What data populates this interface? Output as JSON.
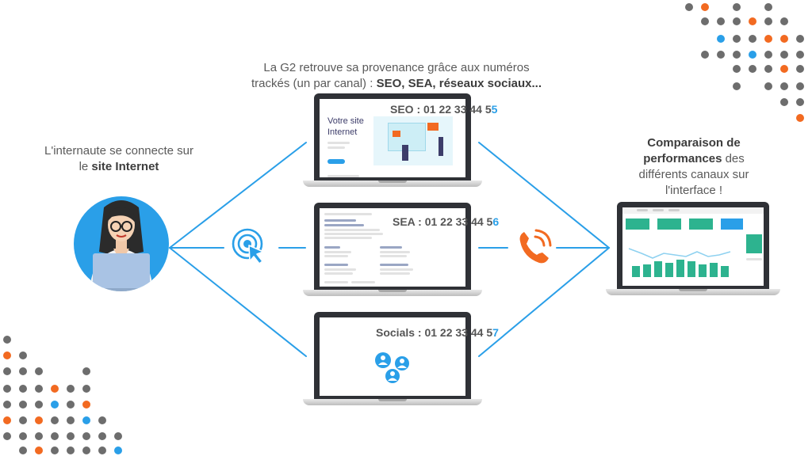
{
  "header": {
    "line1": "La G2 retrouve sa provenance grâce aux numéros",
    "line2_pre": "trackés (un par canal) : ",
    "line2_bold": "SEO, SEA, réseaux sociaux..."
  },
  "left": {
    "line1": "L'internaute se connecte sur",
    "line2_pre": "le ",
    "line2_bold": "site Internet"
  },
  "right": {
    "bold1": "Comparaison de",
    "bold2": "performances",
    "rest2": " des",
    "line3": "différents canaux sur",
    "line4": "l'interface !"
  },
  "channels": [
    {
      "label": "SEO : 01 22 33 44 5",
      "last": "5"
    },
    {
      "label": "SEA : 01 22 33 44 5",
      "last": "6"
    },
    {
      "label": "Socials : 01 22 33 44 5",
      "last": "7"
    }
  ],
  "seo_screen": {
    "title1": "Votre site",
    "title2": "Internet"
  },
  "colors": {
    "accent_blue": "#2a9fe8",
    "accent_orange": "#f26a21",
    "dot_gray": "#6d6d6d",
    "bar_green": "#2db38f",
    "person_circle": "#2a9fe8"
  },
  "icons": {
    "click": "pointer-click-icon",
    "phone": "phone-ringing-icon",
    "social": "social-people-icon"
  }
}
